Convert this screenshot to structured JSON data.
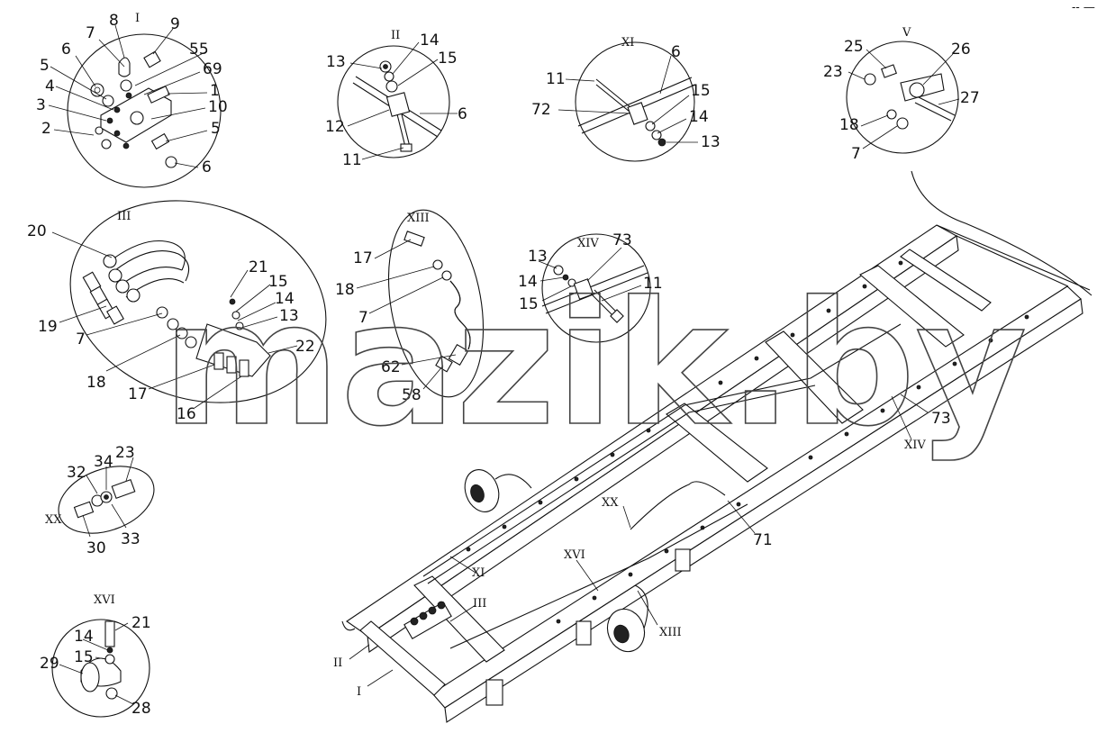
{
  "watermark": "mazik.by",
  "corner_mark": "-- —",
  "details": [
    {
      "id": "I",
      "labels": [
        "I",
        "8",
        "9",
        "7",
        "6",
        "55",
        "69",
        "5",
        "1",
        "4",
        "10",
        "3",
        "2",
        "5",
        "6"
      ]
    },
    {
      "id": "II",
      "labels": [
        "II",
        "14",
        "13",
        "15",
        "12",
        "6",
        "11"
      ]
    },
    {
      "id": "XI",
      "labels": [
        "XI",
        "6",
        "11",
        "15",
        "72",
        "14",
        "13"
      ]
    },
    {
      "id": "V",
      "labels": [
        "V",
        "25",
        "26",
        "23",
        "27",
        "18",
        "7"
      ]
    },
    {
      "id": "III",
      "labels": [
        "III",
        "20",
        "21",
        "15",
        "14",
        "13",
        "19",
        "22",
        "7",
        "18",
        "17",
        "16"
      ]
    },
    {
      "id": "XIII",
      "labels": [
        "XIII",
        "17",
        "18",
        "7",
        "62",
        "58"
      ]
    },
    {
      "id": "XIV",
      "labels": [
        "XIV",
        "73",
        "13",
        "14",
        "11",
        "15"
      ]
    },
    {
      "id": "XX",
      "labels": [
        "XX",
        "32",
        "34",
        "23",
        "30",
        "33"
      ]
    },
    {
      "id": "XVI",
      "labels": [
        "XVI",
        "21",
        "14",
        "15",
        "29",
        "28"
      ]
    }
  ],
  "frame_refs": [
    "73",
    "XIV",
    "71",
    "XX",
    "XVI",
    "XI",
    "III",
    "XIII",
    "II",
    "I"
  ]
}
